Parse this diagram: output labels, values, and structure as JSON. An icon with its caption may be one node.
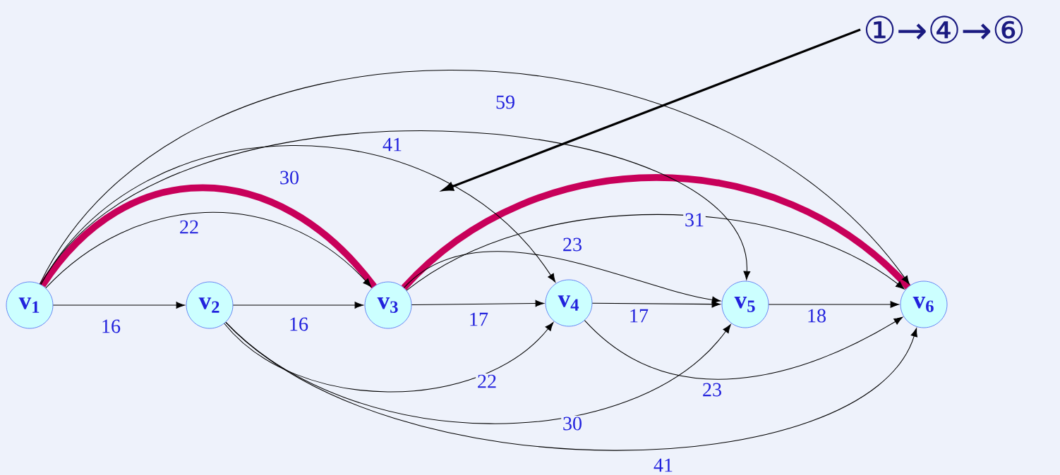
{
  "diagram": {
    "nodes": [
      {
        "text": [
          "v$_{1}$"
        ]
      },
      {
        "text": [
          "v$_{2}$"
        ]
      },
      {
        "text": [
          "v$_{3}$"
        ]
      },
      {
        "text": [
          "v$_{4}$"
        ]
      },
      {
        "text": [
          "v$_{5}$"
        ]
      },
      {
        "text": [
          "v$_{6}$"
        ]
      },
      {
        "text": [
          "①→④→⑥"
        ]
      }
    ],
    "edges": [
      {
        "from": 0,
        "to": 1,
        "arrow": "to",
        "label": "16"
      },
      {
        "from": 1,
        "to": 2,
        "arrow": "to",
        "label": "16"
      },
      {
        "from": 2,
        "to": 3,
        "arrow": "to",
        "label": "17"
      },
      {
        "from": 3,
        "to": 4,
        "arrow": "to",
        "label": "17"
      },
      {
        "from": 4,
        "to": 5,
        "arrow": "to",
        "label": "18"
      },
      {
        "from": 0,
        "to": 2,
        "arrow": "to",
        "label": "22"
      },
      {
        "from": 0,
        "to": 3,
        "arrow": "to",
        "label": "30"
      },
      {
        "from": 0,
        "to": 4,
        "arrow": "to",
        "label": "41"
      },
      {
        "from": 0,
        "to": 5,
        "arrow": "to",
        "label": "59"
      },
      {
        "from": 2,
        "to": 4,
        "arrow": "to",
        "label": "23"
      },
      {
        "from": 2,
        "to": 5,
        "arrow": "to",
        "label": "31"
      },
      {
        "from": 1,
        "to": 3,
        "arrow": "to",
        "label": "22"
      },
      {
        "from": 1,
        "to": 4,
        "arrow": "to",
        "label": "30"
      },
      {
        "from": 1,
        "to": 5,
        "arrow": "to",
        "label": "41"
      },
      {
        "from": 3,
        "to": 5,
        "arrow": "to",
        "label": "23"
      },
      {
        "from": 0,
        "to": 2,
        "arrow": "none",
        "style": "thick",
        "color": "#c8005a"
      },
      {
        "from": 2,
        "to": 5,
        "arrow": "none",
        "style": "thick",
        "color": "#c8005a"
      },
      {
        "from": 6,
        "to": null,
        "arrow": "to"
      }
    ]
  }
}
